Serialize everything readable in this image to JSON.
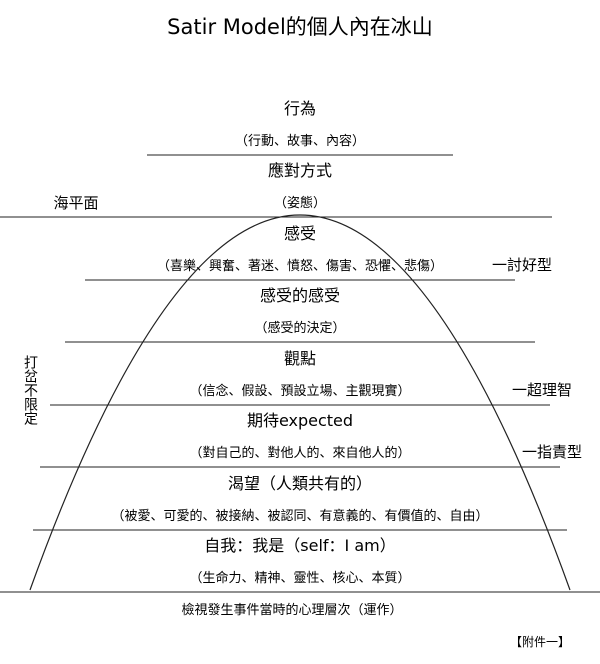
{
  "title": "Satir Model的個人內在冰山",
  "sea_level": "海平面",
  "layers": [
    {
      "title": "行為",
      "subtitle": "（行動、故事、內容）"
    },
    {
      "title": "應對方式",
      "subtitle": "（姿態）"
    },
    {
      "title": "感受",
      "subtitle": "（喜樂、興奮、著迷、憤怒、傷害、恐懼、悲傷）"
    },
    {
      "title": "感受的感受",
      "subtitle": "（感受的決定）"
    },
    {
      "title": "觀點",
      "subtitle": "（信念、假設、預設立場、主觀現實）"
    },
    {
      "title": "期待expected",
      "subtitle": "（對自己的、對他人的、來自他人的）"
    },
    {
      "title": "渴望（人類共有的）",
      "subtitle": "（被愛、可愛的、被接納、被認同、有意義的、有價值的、自由）"
    },
    {
      "title": "自我：我是（self：I am）",
      "subtitle": "（生命力、精神、靈性、核心、本質）"
    }
  ],
  "right_labels": [
    "一討好型",
    "一超理智",
    "一指責型"
  ],
  "left_vertical_label": "打岔不限定",
  "footer": "檢視發生事件當時的心理層次（運作）",
  "appendix": "【附件一】"
}
